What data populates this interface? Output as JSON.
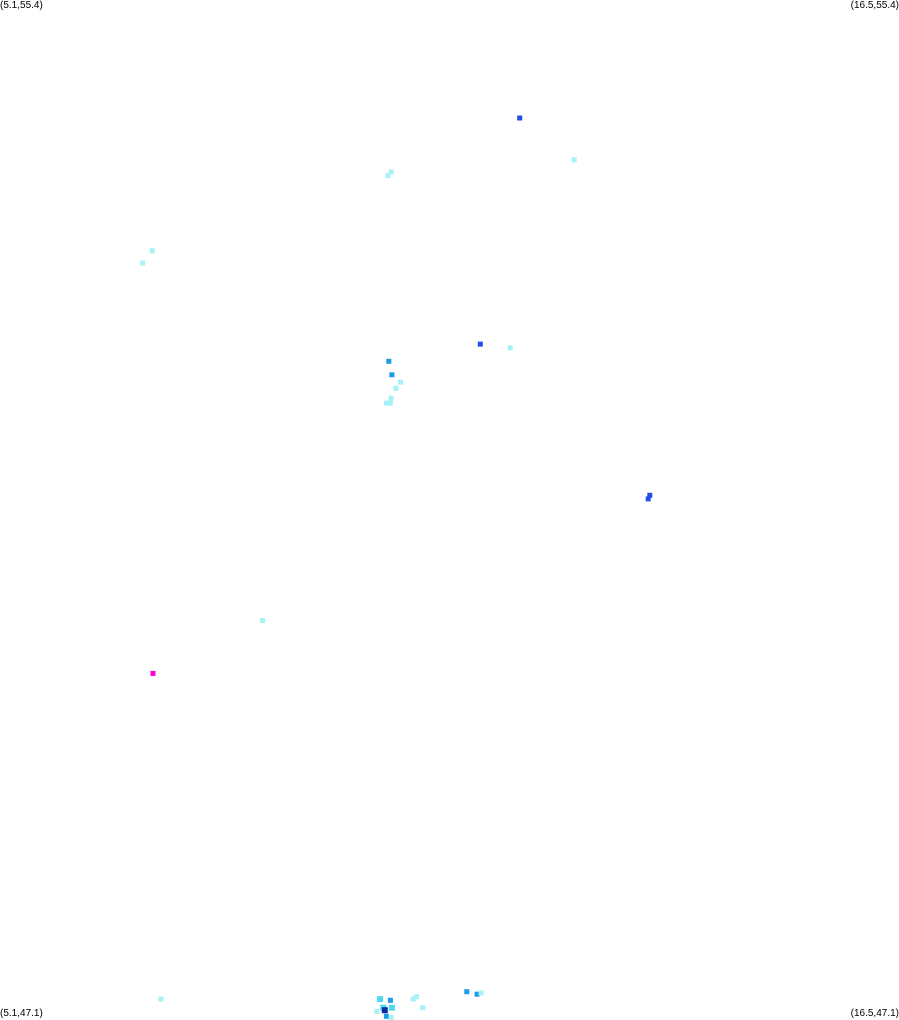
{
  "corners": {
    "top_left": "(5.1,55.4)",
    "top_right": "(16.5,55.4)",
    "bottom_left": "(5.1,47.1)",
    "bottom_right": "(16.5,47.1)"
  },
  "colors": {
    "background": "#ffffff",
    "level_1": "#a6f2f7",
    "level_2": "#4fd8f2",
    "level_3": "#1c9be8",
    "level_4": "#1f4fe6",
    "level_5": "#0a2a9e",
    "outlier": "#ff00cc"
  },
  "chart_data": {
    "type": "scatter",
    "xlim": [
      5.1,
      16.5
    ],
    "ylim": [
      47.1,
      55.4
    ],
    "points": [
      {
        "lon": 11.69,
        "lat": 54.44,
        "level": 4
      },
      {
        "lon": 12.38,
        "lat": 54.1,
        "level": 1
      },
      {
        "lon": 10.02,
        "lat": 53.97,
        "level": 1
      },
      {
        "lon": 10.06,
        "lat": 54.0,
        "level": 1
      },
      {
        "lon": 7.03,
        "lat": 53.36,
        "level": 1
      },
      {
        "lon": 6.91,
        "lat": 53.26,
        "level": 1
      },
      {
        "lon": 11.19,
        "lat": 52.6,
        "level": 4
      },
      {
        "lon": 11.57,
        "lat": 52.57,
        "level": 1
      },
      {
        "lon": 10.03,
        "lat": 52.46,
        "level": 3
      },
      {
        "lon": 10.07,
        "lat": 52.35,
        "level": 3
      },
      {
        "lon": 10.18,
        "lat": 52.29,
        "level": 1
      },
      {
        "lon": 10.12,
        "lat": 52.24,
        "level": 1
      },
      {
        "lon": 10.06,
        "lat": 52.16,
        "level": 1
      },
      {
        "lon": 10.0,
        "lat": 52.12,
        "level": 1
      },
      {
        "lon": 10.05,
        "lat": 52.12,
        "level": 1
      },
      {
        "lon": 13.32,
        "lat": 51.34,
        "level": 4
      },
      {
        "lon": 13.34,
        "lat": 51.37,
        "level": 4
      },
      {
        "lon": 8.43,
        "lat": 50.35,
        "level": 1
      },
      {
        "lon": 7.04,
        "lat": 49.92,
        "level": 6
      },
      {
        "lon": 7.14,
        "lat": 47.27,
        "level": 1
      },
      {
        "lon": 9.92,
        "lat": 47.27,
        "level": 2
      },
      {
        "lon": 10.05,
        "lat": 47.26,
        "level": 3
      },
      {
        "lon": 9.96,
        "lat": 47.2,
        "level": 2
      },
      {
        "lon": 10.07,
        "lat": 47.2,
        "level": 2
      },
      {
        "lon": 9.98,
        "lat": 47.18,
        "level": 5
      },
      {
        "lon": 9.88,
        "lat": 47.17,
        "level": 1
      },
      {
        "lon": 10.0,
        "lat": 47.13,
        "level": 3
      },
      {
        "lon": 10.06,
        "lat": 47.12,
        "level": 1
      },
      {
        "lon": 10.38,
        "lat": 47.29,
        "level": 1
      },
      {
        "lon": 10.34,
        "lat": 47.27,
        "level": 1
      },
      {
        "lon": 10.46,
        "lat": 47.2,
        "level": 1
      },
      {
        "lon": 11.02,
        "lat": 47.33,
        "level": 3
      },
      {
        "lon": 11.15,
        "lat": 47.31,
        "level": 3
      },
      {
        "lon": 11.2,
        "lat": 47.32,
        "level": 1
      }
    ]
  }
}
